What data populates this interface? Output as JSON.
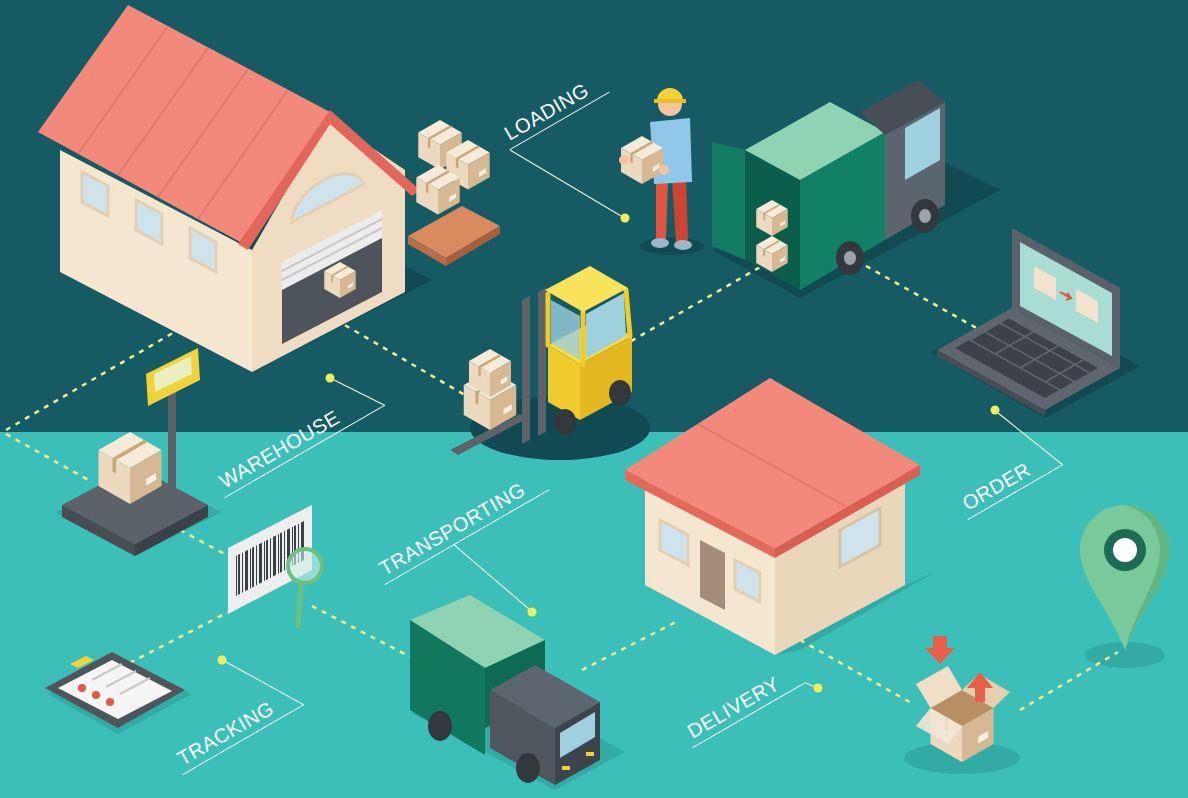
{
  "diagram": {
    "labels": [
      "LOADING",
      "WAREHOUSE",
      "TRANSPORTING",
      "ORDER",
      "TRACKING",
      "DELIVERY"
    ]
  }
}
